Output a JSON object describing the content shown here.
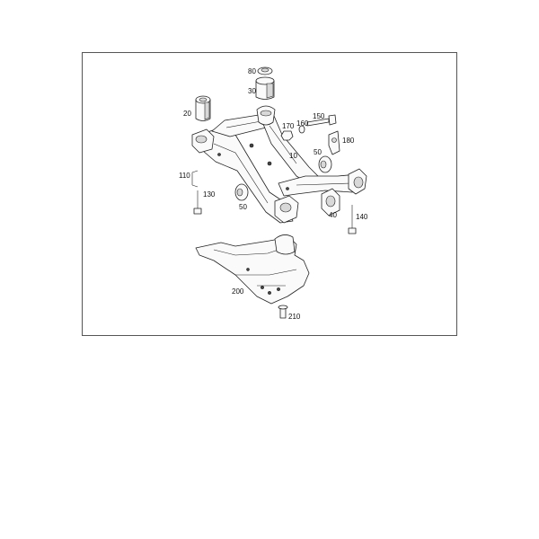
{
  "labels": {
    "p10": "10",
    "p20": "20",
    "p30": "30",
    "p40": "40",
    "p50a": "50",
    "p50b": "50",
    "p80": "80",
    "p110": "110",
    "p130": "130",
    "p140": "140",
    "p150": "150",
    "p160": "160",
    "p170": "170",
    "p180": "180",
    "p200": "200",
    "p210": "210"
  }
}
